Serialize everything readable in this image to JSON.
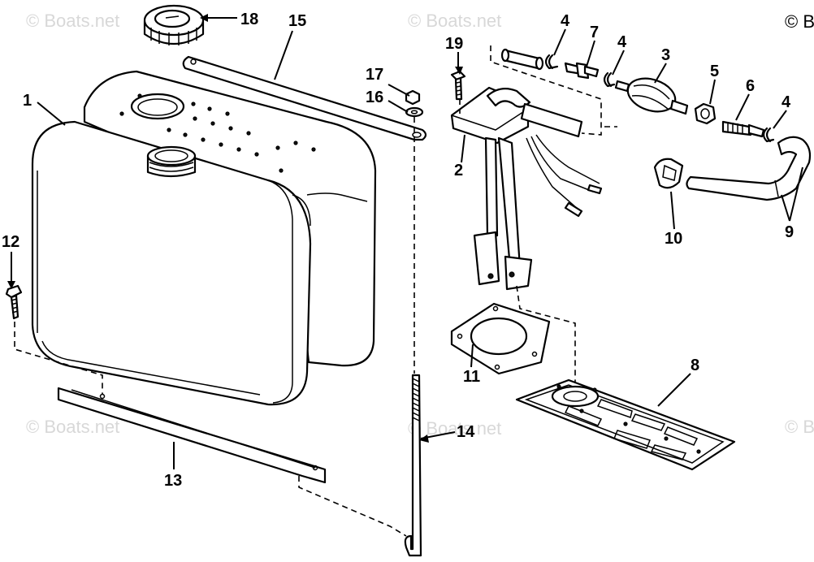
{
  "watermark": {
    "text": "© Boats.net",
    "corner_text": "© B"
  },
  "callouts": [
    {
      "id": "1",
      "part": "fuel-tank"
    },
    {
      "id": "2",
      "part": "fuel-gauge-pickup"
    },
    {
      "id": "3",
      "part": "primer-bulb"
    },
    {
      "id": "4",
      "part": "hose-clamp"
    },
    {
      "id": "4",
      "part": "hose-clamp"
    },
    {
      "id": "4",
      "part": "hose-clamp"
    },
    {
      "id": "5",
      "part": "nut"
    },
    {
      "id": "6",
      "part": "connector"
    },
    {
      "id": "7",
      "part": "check-valve"
    },
    {
      "id": "8",
      "part": "baffle"
    },
    {
      "id": "9",
      "part": "fuel-hose"
    },
    {
      "id": "10",
      "part": "hose-clip"
    },
    {
      "id": "11",
      "part": "gasket"
    },
    {
      "id": "12",
      "part": "screw"
    },
    {
      "id": "13",
      "part": "mounting-bracket"
    },
    {
      "id": "14",
      "part": "hold-down-rod"
    },
    {
      "id": "15",
      "part": "tank-strap"
    },
    {
      "id": "16",
      "part": "washer"
    },
    {
      "id": "17",
      "part": "nut"
    },
    {
      "id": "18",
      "part": "filler-cap-with-gauge"
    },
    {
      "id": "19",
      "part": "screw"
    }
  ]
}
